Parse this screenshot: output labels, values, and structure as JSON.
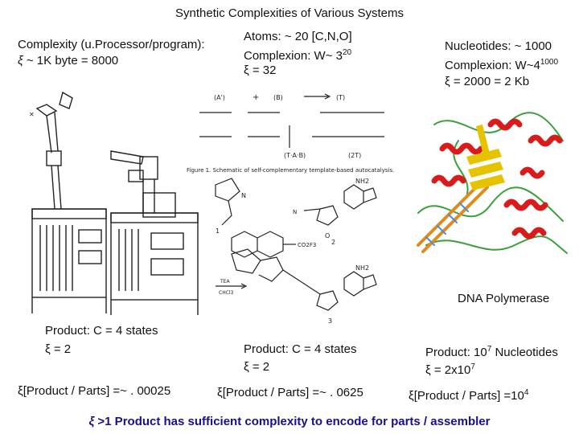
{
  "title": "Synthetic Complexities of Various Systems",
  "col1": {
    "line1": "Complexity (u.Processor/program):",
    "line2_xi": "ξ",
    "line2_rest": " ~ 1K byte = 8000",
    "product": "Product:  C = 4 states",
    "xi_eq": "ξ = 2",
    "ratio": "ξ[Product / Parts] =~ . 00025"
  },
  "col2": {
    "atoms": "Atoms: ~ 20 [C,N,O]",
    "complexion_base": "Complexion: W~ 3",
    "complexion_exp": "20",
    "xi_eq": "ξ = 32",
    "product": "Product:  C = 4 states",
    "xi_eq2": "ξ = 2",
    "ratio": "ξ[Product / Parts] =~ . 0625",
    "scheme_caption": "Figure 1.  Schematic of self-complementary template-based autocatalysis.",
    "scheme_labels": [
      "(A')",
      "+",
      "(B)",
      "(T)",
      "(T·A·B)",
      "(2T)"
    ],
    "mol_labels": [
      "NH2",
      "N",
      "N",
      "O",
      "CO2F3",
      "TEA",
      "CHCl3",
      "1",
      "2",
      "3"
    ]
  },
  "col3": {
    "nucleotides": "Nucleotides: ~ 1000",
    "complexion_base": "Complexion: W~4",
    "complexion_exp": "1000",
    "xi_eq": "ξ = 2000 = 2 Kb",
    "protein_label": "DNA Polymerase",
    "product_base": "Product: 10",
    "product_exp": "7",
    "product_rest": " Nucleotides",
    "xi_eq2_base": "ξ = 2x10",
    "xi_eq2_exp": "7",
    "ratio_base": "ξ[Product / Parts] =10",
    "ratio_exp": "4"
  },
  "footer": {
    "xi": "ξ",
    "text": " >1  Product has sufficient complexity to encode for parts / assembler"
  },
  "colors": {
    "footer": "#1a0e8a",
    "helix": "#d81b1b",
    "sheet": "#e6c300",
    "loop": "#3aa13a",
    "dna": "#e28a1f"
  }
}
